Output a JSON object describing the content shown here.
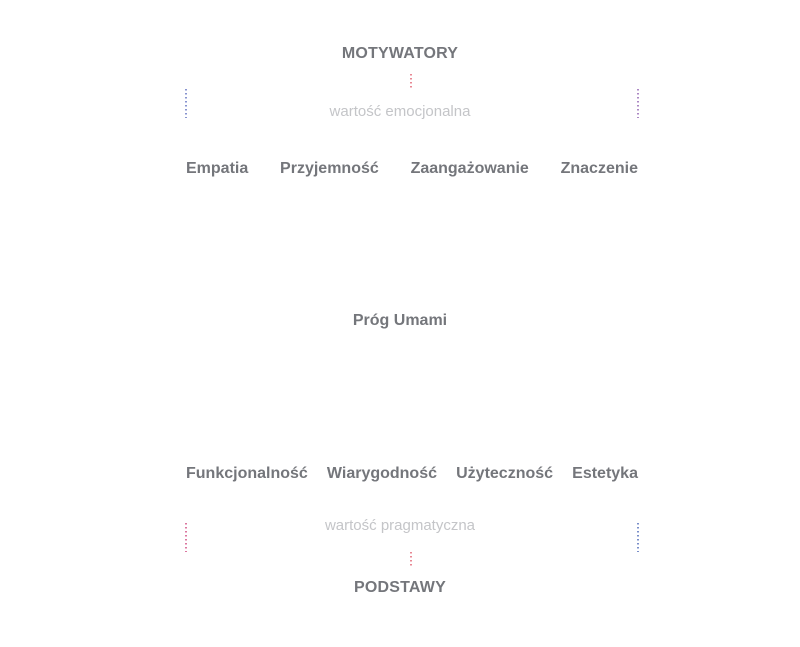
{
  "top": {
    "heading": "MOTYWATORY",
    "subheading": "wartość emocjonalna",
    "items": [
      "Empatia",
      "Przyjemność",
      "Zaangażowanie",
      "Znaczenie"
    ]
  },
  "threshold": {
    "label": "Próg Umami"
  },
  "bottom": {
    "items": [
      "Funkcjonalność",
      "Wiarygodność",
      "Użyteczność",
      "Estetyka"
    ],
    "subheading": "wartość pragmatyczna",
    "heading": "PODSTAWY"
  },
  "colors": {
    "text": "#74767b",
    "muted": "#c4c5c8",
    "gradient_blue": "#3f5fb0",
    "gradient_red": "#e0405a",
    "gradient_orange": "#f0a05a",
    "gradient_purple": "#8a4fa0"
  }
}
